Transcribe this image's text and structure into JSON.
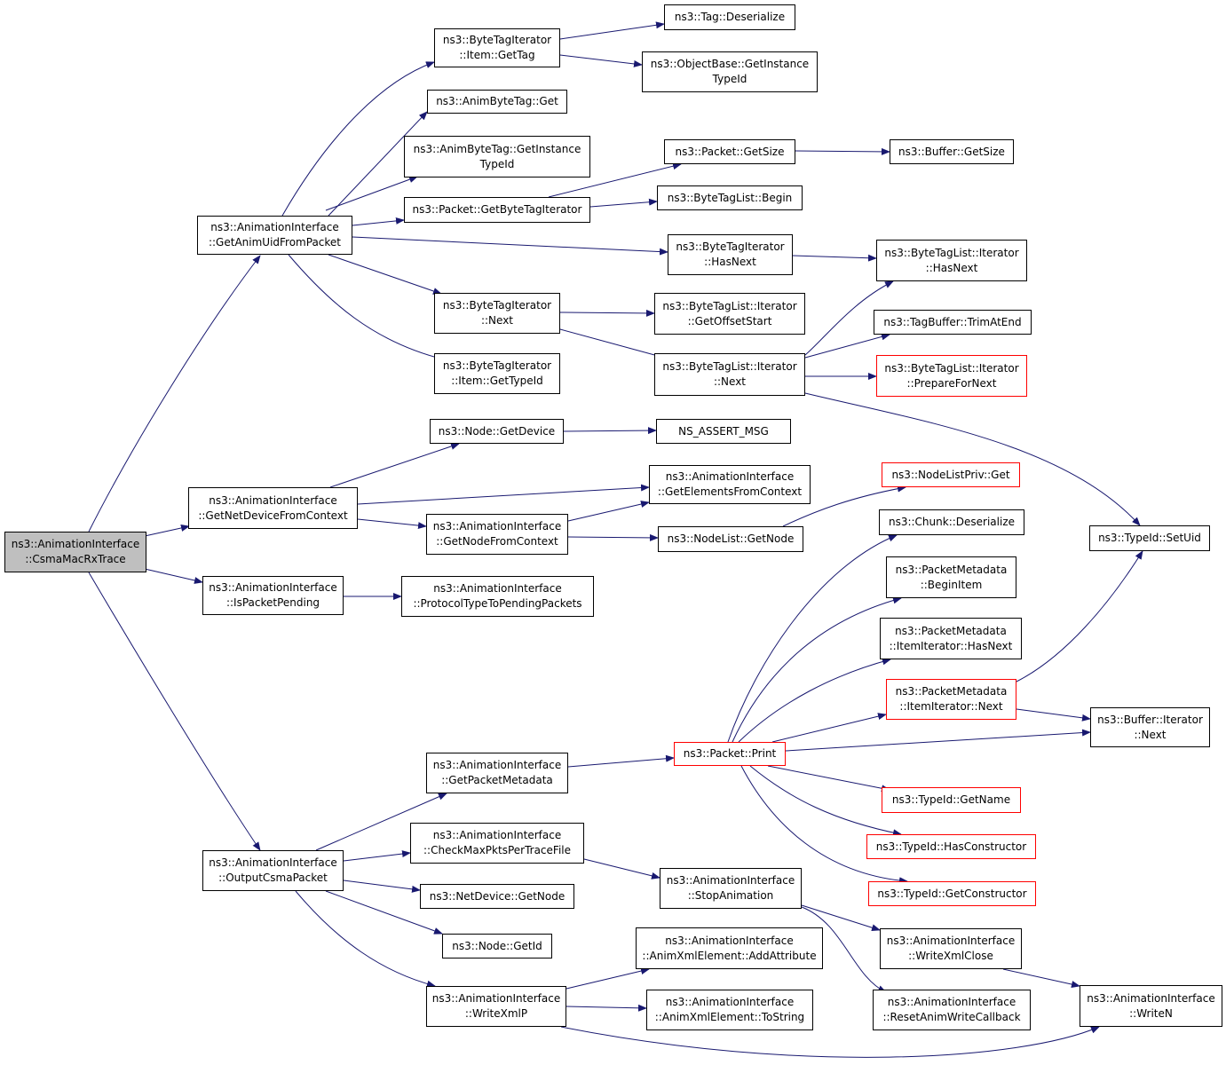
{
  "colors": {
    "edge": "#191970",
    "node_border": "#000000",
    "truncated_border": "#ff0000",
    "root_fill": "#bfbfbf",
    "node_fill": "#ffffff"
  },
  "nodes": {
    "n_root": [
      "ns3::AnimationInterface",
      "::CsmaMacRxTrace"
    ],
    "n_getanimuid": [
      "ns3::AnimationInterface",
      "::GetAnimUidFromPacket"
    ],
    "n_getnetdev": [
      "ns3::AnimationInterface",
      "::GetNetDeviceFromContext"
    ],
    "n_ispending": [
      "ns3::AnimationInterface",
      "::IsPacketPending"
    ],
    "n_outputcsma": [
      "ns3::AnimationInterface",
      "::OutputCsmaPacket"
    ],
    "n_bti_item_gettag": [
      "ns3::ByteTagIterator",
      "::Item::GetTag"
    ],
    "n_animbytetag_get": [
      "ns3::AnimByteTag::Get"
    ],
    "n_animbytetag_gettid": [
      "ns3::AnimByteTag::GetInstance",
      "TypeId"
    ],
    "n_packet_getbti": [
      "ns3::Packet::GetByteTagIterator"
    ],
    "n_bti_next": [
      "ns3::ByteTagIterator",
      "::Next"
    ],
    "n_bti_item_gettypeid": [
      "ns3::ByteTagIterator",
      "::Item::GetTypeId"
    ],
    "n_tag_deser": [
      "ns3::Tag::Deserialize"
    ],
    "n_objbase_gettid": [
      "ns3::ObjectBase::GetInstance",
      "TypeId"
    ],
    "n_packet_getsize": [
      "ns3::Packet::GetSize"
    ],
    "n_btl_begin": [
      "ns3::ByteTagList::Begin"
    ],
    "n_bti_hasnext": [
      "ns3::ByteTagIterator",
      "::HasNext"
    ],
    "n_btli_getoffset": [
      "ns3::ByteTagList::Iterator",
      "::GetOffsetStart"
    ],
    "n_btli_next": [
      "ns3::ByteTagList::Iterator",
      "::Next"
    ],
    "n_buffer_getsize": [
      "ns3::Buffer::GetSize"
    ],
    "n_btli_hasnext": [
      "ns3::ByteTagList::Iterator",
      "::HasNext"
    ],
    "n_tagbuf_trim": [
      "ns3::TagBuffer::TrimAtEnd"
    ],
    "n_btli_prepare": [
      "ns3::ByteTagList::Iterator",
      "::PrepareForNext"
    ],
    "n_typeid_setuid": [
      "ns3::TypeId::SetUid"
    ],
    "n_node_getdevice": [
      "ns3::Node::GetDevice"
    ],
    "n_ns_assert": [
      "NS_ASSERT_MSG"
    ],
    "n_get_elements": [
      "ns3::AnimationInterface",
      "::GetElementsFromContext"
    ],
    "n_get_nodefromctx": [
      "ns3::AnimationInterface",
      "::GetNodeFromContext"
    ],
    "n_nodelist_getnode": [
      "ns3::NodeList::GetNode"
    ],
    "n_nodelistpriv_get": [
      "ns3::NodeListPriv::Get"
    ],
    "n_proto_pending": [
      "ns3::AnimationInterface",
      "::ProtocolTypeToPendingPackets"
    ],
    "n_chunk_deser": [
      "ns3::Chunk::Deserialize"
    ],
    "n_pm_beginitem": [
      "ns3::PacketMetadata",
      "::BeginItem"
    ],
    "n_pm_ii_hasnext": [
      "ns3::PacketMetadata",
      "::ItemIterator::HasNext"
    ],
    "n_pm_ii_next": [
      "ns3::PacketMetadata",
      "::ItemIterator::Next"
    ],
    "n_buffer_it_next": [
      "ns3::Buffer::Iterator",
      "::Next"
    ],
    "n_packet_print": [
      "ns3::Packet::Print"
    ],
    "n_get_pkt_meta": [
      "ns3::AnimationInterface",
      "::GetPacketMetadata"
    ],
    "n_typeid_getname": [
      "ns3::TypeId::GetName"
    ],
    "n_typeid_hascons": [
      "ns3::TypeId::HasConstructor"
    ],
    "n_typeid_getcons": [
      "ns3::TypeId::GetConstructor"
    ],
    "n_checkmax": [
      "ns3::AnimationInterface",
      "::CheckMaxPktsPerTraceFile"
    ],
    "n_stopanim": [
      "ns3::AnimationInterface",
      "::StopAnimation"
    ],
    "n_netdev_getnode": [
      "ns3::NetDevice::GetNode"
    ],
    "n_node_getid": [
      "ns3::Node::GetId"
    ],
    "n_writexmlp": [
      "ns3::AnimationInterface",
      "::WriteXmlP"
    ],
    "n_addattr": [
      "ns3::AnimationInterface",
      "::AnimXmlElement::AddAttribute"
    ],
    "n_tostring": [
      "ns3::AnimationInterface",
      "::AnimXmlElement::ToString"
    ],
    "n_writexmlclose": [
      "ns3::AnimationInterface",
      "::WriteXmlClose"
    ],
    "n_resetanim": [
      "ns3::AnimationInterface",
      "::ResetAnimWriteCallback"
    ],
    "n_writen": [
      "ns3::AnimationInterface",
      "::WriteN"
    ]
  }
}
